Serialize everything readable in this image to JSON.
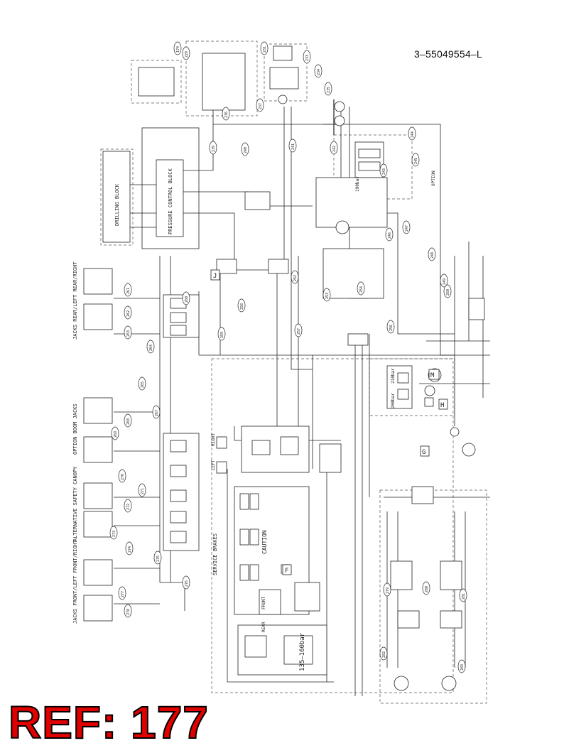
{
  "header": {
    "document_number": "3–55049554–L"
  },
  "stamp": {
    "ref_label": "REF: 177"
  },
  "labels": {
    "drilling_block": "DRILLING BLOCK",
    "pressure_control_block": "PRESSURE CONTROL BLOCK",
    "jacks_rear": "JACKS REAR/LEFT   REAR/RIGHT",
    "option_boom_jacks": "OPTION BOOM JACKS",
    "alternative_safety_canopy": "ALTERNATIVE SAFETY CANOPY",
    "jacks_front": "JACKS FRONT/LEFT   FRONT/RIGHT",
    "service_brakes": "SERVICE BRAKES",
    "caution": "CAUTION",
    "pressure_range": "135–160bar",
    "front": "FRONT",
    "rear": "REAR",
    "right": "RIGHT",
    "left": "LEFT",
    "option": "OPTION",
    "pressure_210": "210bar",
    "pressure_200": "200bar",
    "pressure_190": "190bar",
    "marker_j": "J",
    "marker_f": "F",
    "marker_g": "G",
    "marker_h": "H",
    "marker_m": "M"
  },
  "callouts": [
    "174",
    "229",
    "231",
    "233",
    "234",
    "235",
    "236",
    "237",
    "239",
    "240",
    "241",
    "242",
    "243",
    "244",
    "245",
    "246",
    "247",
    "248",
    "249",
    "250",
    "252",
    "253",
    "254",
    "256",
    "257",
    "258",
    "259",
    "260",
    "261",
    "262",
    "263",
    "264",
    "265",
    "267",
    "268",
    "269",
    "270",
    "271",
    "272",
    "273",
    "274",
    "275",
    "276",
    "277",
    "278",
    "279",
    "280",
    "281",
    "282",
    "283"
  ]
}
